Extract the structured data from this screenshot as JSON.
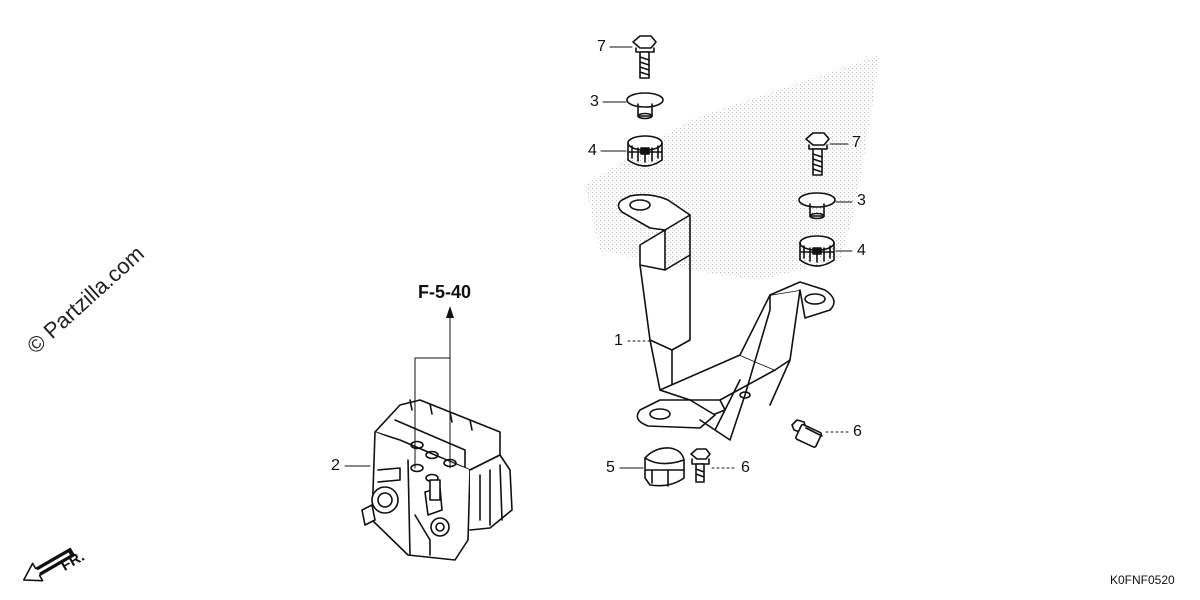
{
  "watermark": "© Partzilla.com",
  "reference": "F-5-40",
  "diagram_code": "K0FNF0520",
  "direction_label": "FR.",
  "callouts": {
    "c1": "1",
    "c2": "2",
    "c3a": "3",
    "c3b": "3",
    "c4a": "4",
    "c4b": "4",
    "c5": "5",
    "c6a": "6",
    "c6b": "6",
    "c7a": "7",
    "c7b": "7"
  },
  "colors": {
    "line": "#111111",
    "stipple": "#9a9a9a"
  }
}
